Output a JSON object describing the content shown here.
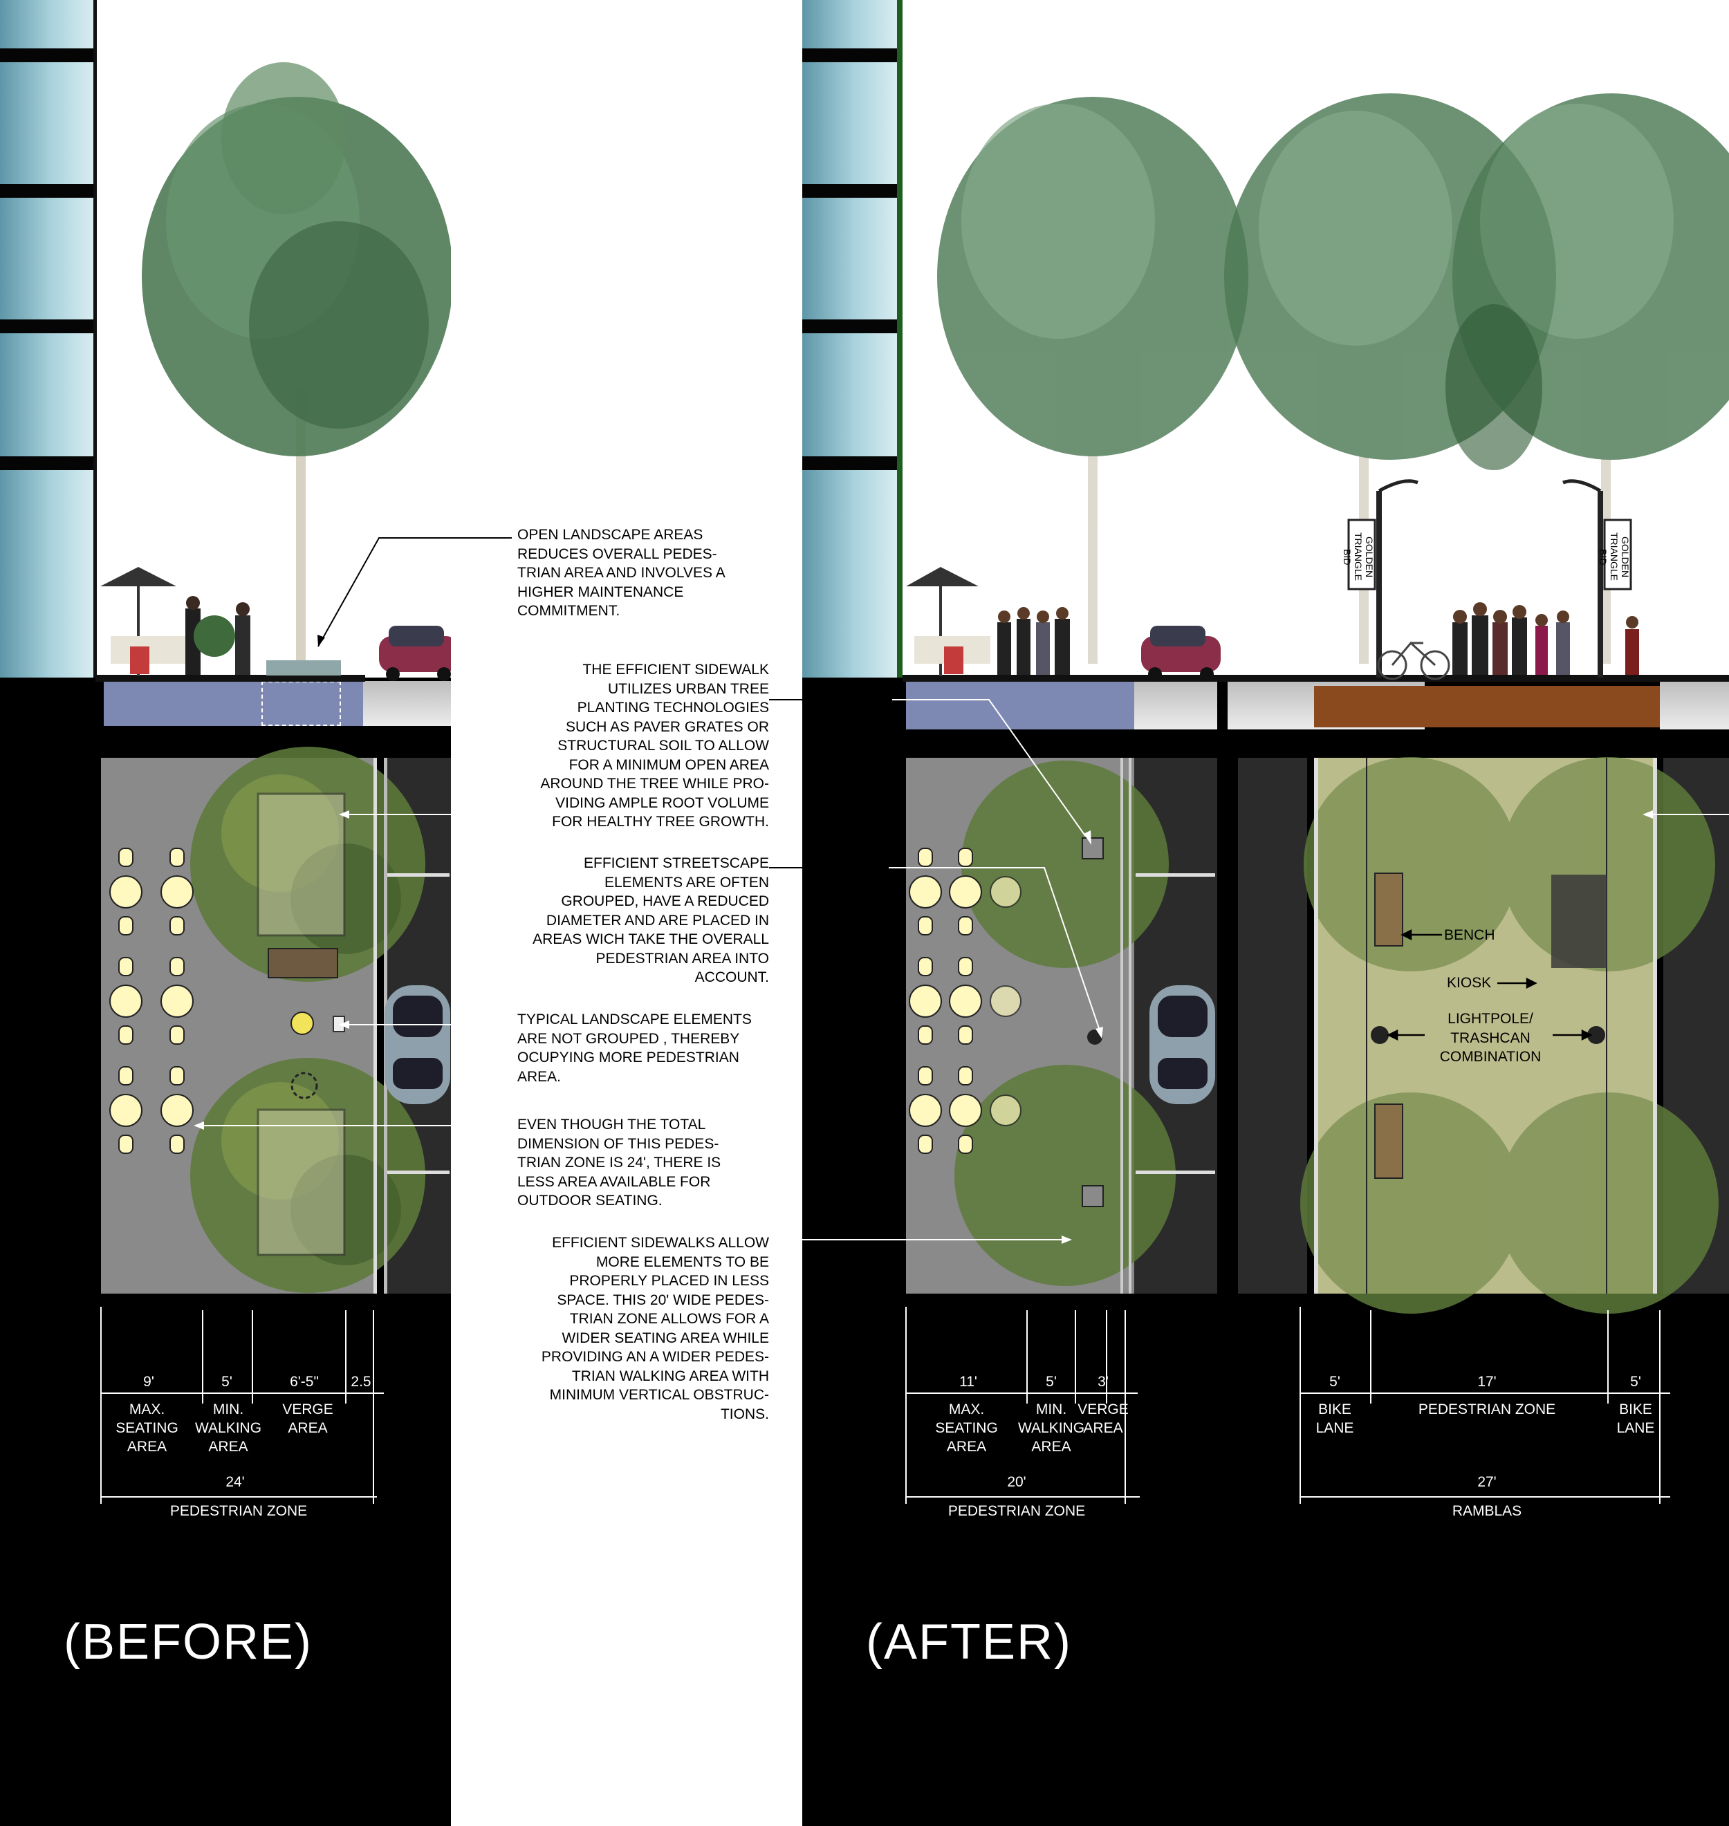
{
  "before": {
    "title": "(BEFORE)",
    "dims": {
      "seating": "9'",
      "walking": "5'",
      "verge": "6'-5\"",
      "curb": "2.5",
      "total": "24'"
    },
    "zone_labels": {
      "seating": "MAX.\nSEATING\nAREA",
      "walking": "MIN.\nWALKING\nAREA",
      "verge": "VERGE\nAREA"
    },
    "zone_name": "PEDESTRIAN ZONE"
  },
  "after": {
    "title": "(AFTER)",
    "dims": {
      "seating": "11'",
      "walking": "5'",
      "verge": "3'",
      "total": "20'"
    },
    "zone_labels": {
      "seating": "MAX.\nSEATING\nAREA",
      "walking": "MIN.\nWALKING\nAREA",
      "verge": "VERGE\nAREA"
    },
    "zone_name": "PEDESTRIAN ZONE",
    "ramblas": {
      "dims": {
        "bike_left": "5'",
        "pedestrian": "17'",
        "bike_right": "5'",
        "total": "27'"
      },
      "labels": {
        "bike_left": "BIKE\nLANE",
        "pedestrian": "PEDESTRIAN ZONE",
        "bike_right": "BIKE\nLANE"
      },
      "zone_name": "RAMBLAS"
    },
    "plan_labels": {
      "bench": "BENCH",
      "kiosk": "KIOSK",
      "lightpole": "LIGHTPOLE/\nTRASHCAN\nCOMBINATION"
    },
    "sign_text": "GOLDEN\nTRIANGLE BID"
  },
  "notes": [
    "OPEN LANDSCAPE AREAS\nREDUCES OVERALL PEDES-\nTRIAN AREA AND INVOLVES A\nHIGHER MAINTENANCE\nCOMMITMENT.",
    "THE EFFICIENT SIDEWALK\nUTILIZES URBAN TREE\nPLANTING TECHNOLOGIES\nSUCH AS PAVER GRATES OR\nSTRUCTURAL SOIL TO ALLOW\nFOR A MINIMUM OPEN AREA\nAROUND THE TREE WHILE PRO-\nVIDING AMPLE ROOT VOLUME\nFOR HEALTHY TREE GROWTH.",
    "EFFICIENT STREETSCAPE\nELEMENTS ARE OFTEN\nGROUPED, HAVE A REDUCED\nDIAMETER AND ARE PLACED IN\nAREAS WICH TAKE THE OVERALL\nPEDESTRIAN AREA INTO\nACCOUNT.",
    "TYPICAL LANDSCAPE ELEMENTS\nARE NOT GROUPED , THEREBY\nOCUPYING MORE PEDESTRIAN\nAREA.",
    "EVEN THOUGH THE TOTAL\nDIMENSION OF THIS PEDES-\nTRIAN ZONE IS 24', THERE IS\nLESS AREA AVAILABLE FOR\nOUTDOOR SEATING.",
    "EFFICIENT SIDEWALKS ALLOW\nMORE ELEMENTS TO BE\nPROPERLY PLACED IN LESS\nSPACE.  THIS 20' WIDE PEDES-\nTRIAN ZONE ALLOWS FOR A\nWIDER SEATING AREA WHILE\nPROVIDING AN A WIDER PEDES-\nTRIAN WALKING AREA WITH\nMINIMUM VERTICAL OBSTRUC-\nTIONS."
  ]
}
